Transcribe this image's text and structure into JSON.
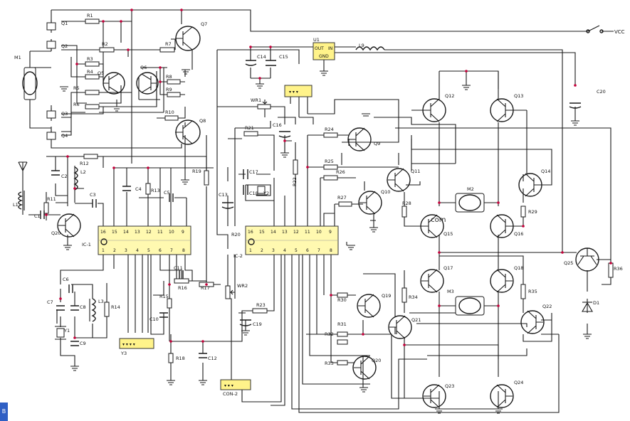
{
  "vcc_label": "VCC",
  "u1": {
    "name": "U1",
    "out": "OUT",
    "in": "IN",
    "gnd": "GND"
  },
  "ic1": {
    "name": "IC-1",
    "top_pins": [
      "16",
      "15",
      "14",
      "13",
      "12",
      "11",
      "10",
      "9"
    ],
    "bottom_pins": [
      "1",
      "2",
      "3",
      "4",
      "5",
      "6",
      "7",
      "8"
    ]
  },
  "ic2": {
    "name": "IC-2",
    "top_pins": [
      "16",
      "15",
      "14",
      "13",
      "12",
      "11",
      "10",
      "9"
    ],
    "bottom_pins": [
      "1",
      "2",
      "3",
      "4",
      "5",
      "6",
      "7",
      "8"
    ]
  },
  "watermark": ".com",
  "corner_badge": "B",
  "labels": [
    {
      "id": "M1",
      "t": "M1"
    },
    {
      "id": "Q1",
      "t": "Q1"
    },
    {
      "id": "Q2",
      "t": "Q2"
    },
    {
      "id": "Q3",
      "t": "Q3"
    },
    {
      "id": "Q4",
      "t": "Q4"
    },
    {
      "id": "R1",
      "t": "R1"
    },
    {
      "id": "R2",
      "t": "R2"
    },
    {
      "id": "R3",
      "t": "R3"
    },
    {
      "id": "R4",
      "t": "R4"
    },
    {
      "id": "R5",
      "t": "R5"
    },
    {
      "id": "R6",
      "t": "R6"
    },
    {
      "id": "Q5",
      "t": "Q5"
    },
    {
      "id": "Q6",
      "t": "Q6"
    },
    {
      "id": "Q7",
      "t": "Q7"
    },
    {
      "id": "Q8",
      "t": "Q8"
    },
    {
      "id": "R7",
      "t": "R7"
    },
    {
      "id": "R8",
      "t": "R8"
    },
    {
      "id": "R9",
      "t": "R9"
    },
    {
      "id": "R10",
      "t": "R10"
    },
    {
      "id": "C14",
      "t": "C14"
    },
    {
      "id": "C15",
      "t": "C15"
    },
    {
      "id": "L9",
      "t": "L9"
    },
    {
      "id": "C20",
      "t": "C20"
    },
    {
      "id": "WR1",
      "t": "WR1"
    },
    {
      "id": "C16",
      "t": "C16"
    },
    {
      "id": "R21",
      "t": "R21"
    },
    {
      "id": "Q9",
      "t": "Q9"
    },
    {
      "id": "Q10",
      "t": "Q10"
    },
    {
      "id": "Q11",
      "t": "Q11"
    },
    {
      "id": "Q12",
      "t": "Q12"
    },
    {
      "id": "Q13",
      "t": "Q13"
    },
    {
      "id": "Q14",
      "t": "Q14"
    },
    {
      "id": "Q15",
      "t": "Q15"
    },
    {
      "id": "Q16",
      "t": "Q16"
    },
    {
      "id": "Q17",
      "t": "Q17"
    },
    {
      "id": "Q18",
      "t": "Q18"
    },
    {
      "id": "Q19",
      "t": "Q19"
    },
    {
      "id": "Q20",
      "t": "Q20"
    },
    {
      "id": "Q21",
      "t": "Q21"
    },
    {
      "id": "Q22",
      "t": "Q22"
    },
    {
      "id": "Q23",
      "t": "Q23"
    },
    {
      "id": "Q24",
      "t": "Q24"
    },
    {
      "id": "Q25",
      "t": "Q25"
    },
    {
      "id": "Q20b",
      "t": "Q20"
    },
    {
      "id": "R24",
      "t": "R24"
    },
    {
      "id": "R25",
      "t": "R25"
    },
    {
      "id": "R26",
      "t": "R26"
    },
    {
      "id": "R27",
      "t": "R27"
    },
    {
      "id": "R28",
      "t": "R28"
    },
    {
      "id": "R29",
      "t": "R29"
    },
    {
      "id": "M2",
      "t": "M2"
    },
    {
      "id": "M3",
      "t": "M3"
    },
    {
      "id": "R30",
      "t": "R30"
    },
    {
      "id": "R31",
      "t": "R31"
    },
    {
      "id": "R32",
      "t": "R32"
    },
    {
      "id": "R33",
      "t": "R33"
    },
    {
      "id": "R34",
      "t": "R34"
    },
    {
      "id": "R35",
      "t": "R35"
    },
    {
      "id": "R36",
      "t": "R36"
    },
    {
      "id": "D1",
      "t": "D1"
    },
    {
      "id": "R12",
      "t": "R12"
    },
    {
      "id": "C2",
      "t": "C2"
    },
    {
      "id": "L2",
      "t": "L2"
    },
    {
      "id": "L1",
      "t": "L1"
    },
    {
      "id": "R11",
      "t": "R11"
    },
    {
      "id": "C1",
      "t": "C1"
    },
    {
      "id": "C3",
      "t": "C3"
    },
    {
      "id": "C4",
      "t": "C4"
    },
    {
      "id": "R13",
      "t": "R13"
    },
    {
      "id": "C5",
      "t": "C5"
    },
    {
      "id": "R19",
      "t": "R19"
    },
    {
      "id": "C17",
      "t": "C17"
    },
    {
      "id": "C13",
      "t": "C13"
    },
    {
      "id": "C18",
      "t": "C18"
    },
    {
      "id": "Y2",
      "t": "Y2"
    },
    {
      "id": "R22",
      "t": "R22"
    },
    {
      "id": "R20",
      "t": "R20"
    },
    {
      "id": "C6",
      "t": "C6"
    },
    {
      "id": "C7",
      "t": "C7"
    },
    {
      "id": "C8",
      "t": "C8"
    },
    {
      "id": "L3",
      "t": "L3"
    },
    {
      "id": "R14",
      "t": "R14"
    },
    {
      "id": "Y1",
      "t": "Y1"
    },
    {
      "id": "C9",
      "t": "C9"
    },
    {
      "id": "C10",
      "t": "C10"
    },
    {
      "id": "C11",
      "t": "C11"
    },
    {
      "id": "R15",
      "t": "R15"
    },
    {
      "id": "R16",
      "t": "R16"
    },
    {
      "id": "R17",
      "t": "R17"
    },
    {
      "id": "WR2",
      "t": "WR2"
    },
    {
      "id": "R23",
      "t": "R23"
    },
    {
      "id": "C19",
      "t": "C19"
    },
    {
      "id": "R18",
      "t": "R18"
    },
    {
      "id": "C12",
      "t": "C12"
    },
    {
      "id": "Y3",
      "t": "Y3"
    },
    {
      "id": "CON2",
      "t": "CON-2"
    }
  ]
}
